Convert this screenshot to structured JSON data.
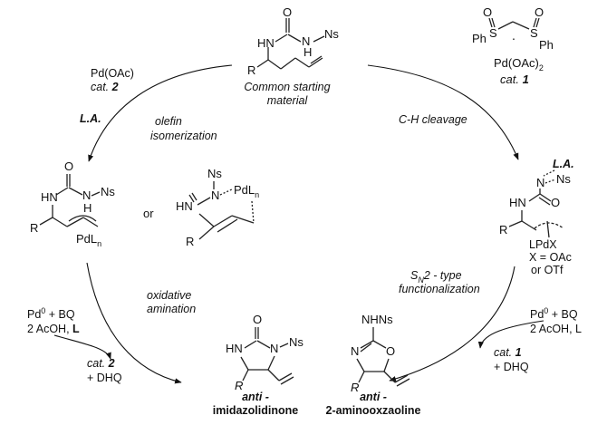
{
  "top": {
    "start_caption_1": "Common starting",
    "start_caption_2": "material",
    "start_atoms": {
      "o": "O",
      "hn1": "HN",
      "nh": "N",
      "ns": "Ns",
      "h": "H",
      "r": "R"
    }
  },
  "catalyst1": {
    "ph_left": "Ph",
    "ph_right": "Ph",
    "s_left": "S",
    "s_right": "S",
    "o_left": "O",
    "o_right": "O",
    "dot": "·",
    "pd": "Pd(OAc)",
    "pd_sub": "2",
    "label_pre": "cat. ",
    "label_num": "1"
  },
  "left_path": {
    "reagent_1": "Pd(OAc)",
    "reagent_2_pre": "cat. ",
    "reagent_2_num": "2",
    "la": "L.A.",
    "arrow_label_1": "olefin",
    "arrow_label_2": "isomerization",
    "int1_atoms": {
      "o": "O",
      "hn": "HN",
      "n": "N",
      "ns": "Ns",
      "h": "H",
      "r": "R",
      "pdl": "PdL",
      "pdl_sub": "n"
    },
    "or_text": "or",
    "int2_atoms": {
      "ns": "Ns",
      "n": "N",
      "pdl": "PdL",
      "pdl_sub": "n",
      "hn": "HN",
      "r": "R"
    }
  },
  "right_path": {
    "arrow_label": "C-H cleavage",
    "int_atoms": {
      "la": "L.A.",
      "n": "N",
      "ns": "Ns",
      "hn": "HN",
      "o": "O",
      "r": "R"
    },
    "lpdx": "LPdX",
    "x_line": "X = OAc",
    "or_line": "or OTf"
  },
  "bottom_left": {
    "arrow_label_1": "oxidative",
    "arrow_label_2": "amination",
    "cond_1_pre": "Pd",
    "cond_1_sup": "0",
    "cond_1_post": " + BQ",
    "cond_2_pre": "2 AcOH, ",
    "cond_2_l": "L",
    "cat_pre": "cat. ",
    "cat_num": "2",
    "byproduct": "+ DHQ"
  },
  "bottom_right": {
    "arrow_label_1": "type",
    "arrow_label_2": "functionalization",
    "sn_s": "S",
    "sn_sub": "N",
    "sn_post": "2 -",
    "cond_1_pre": "Pd",
    "cond_1_sup": "0",
    "cond_1_post": " + BQ",
    "cond_2": "2 AcOH, L",
    "cat_pre": "cat. ",
    "cat_num": "1",
    "byproduct": "+ DHQ"
  },
  "product1": {
    "atoms": {
      "o": "O",
      "hn": "HN",
      "n": "N",
      "ns": "Ns",
      "r": "R"
    },
    "name_1": "anti -",
    "name_2": "imidazolidinone"
  },
  "product2": {
    "atoms": {
      "nhns": "NHNs",
      "n": "N",
      "o": "O",
      "r": "R"
    },
    "name_1": "anti -",
    "name_2": "2-aminooxzaoline"
  }
}
